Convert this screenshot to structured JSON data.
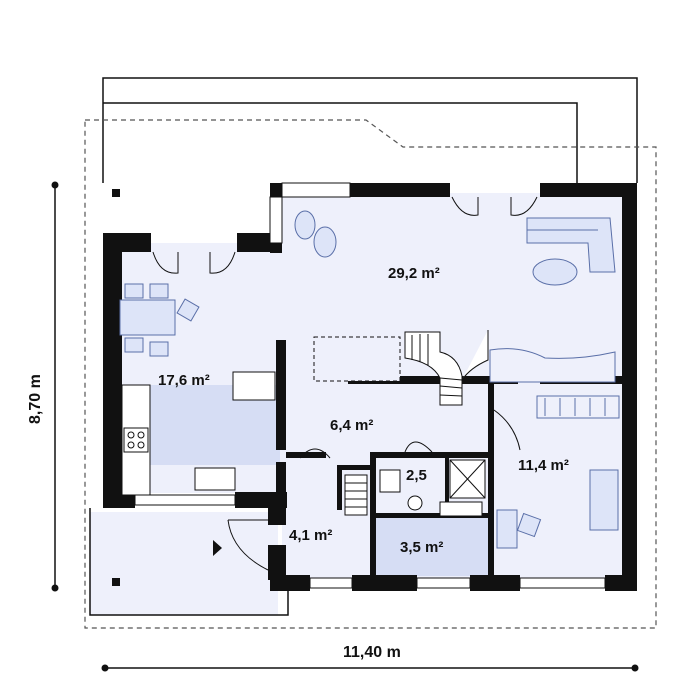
{
  "dimensions": {
    "width": "11,40 m",
    "height": "8,70 m"
  },
  "rooms": [
    {
      "id": "living",
      "area": "29,2 m²"
    },
    {
      "id": "kitchen",
      "area": "17,6 m²"
    },
    {
      "id": "hall",
      "area": "6,4 m²"
    },
    {
      "id": "wc",
      "area": "2,5"
    },
    {
      "id": "bedroom",
      "area": "11,4 m²"
    },
    {
      "id": "entry",
      "area": "4,1 m²"
    },
    {
      "id": "bathroom",
      "area": "3,5 m²"
    }
  ],
  "colors": {
    "wall": "#111111",
    "floor": "#eef0fb",
    "counter": "#d6ddf4",
    "furniture": "#dde4f8",
    "furniture_stroke": "#5a6fa8"
  }
}
